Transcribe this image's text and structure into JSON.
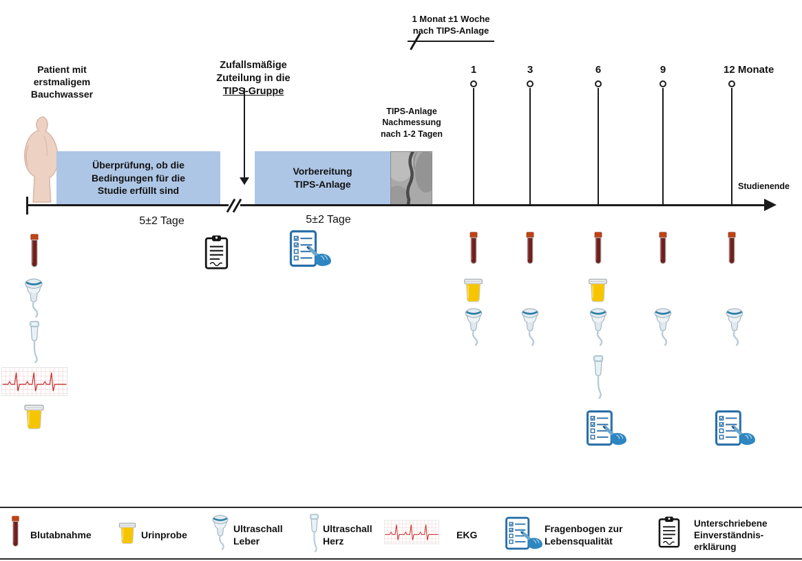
{
  "title": "TIPS Studie Zeitplan",
  "patient": {
    "label": "Patient mit\nerstmaligem\nBauchwasser"
  },
  "randomization": {
    "text": "Zufallsmäßige\nZuteilung in die",
    "underlined": "TIPS-Gruppe"
  },
  "followup_note": "1 Monat  ±1 Woche\nnach TIPS-Anlage",
  "boxes": {
    "screening": "Überprüfung, ob die\nBedingungen für die\nStudie erfüllt sind",
    "preparation": "Vorbereitung\nTIPS-Anlage"
  },
  "tips_note": "TIPS-Anlage\nNachmessung\nnach 1-2 Tagen",
  "durations": {
    "screening": "5±2 Tage",
    "preparation": "5±2 Tage"
  },
  "timeline": {
    "months": [
      {
        "label": "1"
      },
      {
        "label": "3"
      },
      {
        "label": "6"
      },
      {
        "label": "9"
      },
      {
        "label": "12 Monate"
      }
    ],
    "end_label": "Studienende"
  },
  "schedule": {
    "baseline": [
      "blood-tube",
      "ultrasound-liver",
      "ultrasound-heart",
      "ekg",
      "urine-cup"
    ],
    "randomization": [
      "signed-consent-clipboard"
    ],
    "preparation": [
      "quality-of-life-questionnaire"
    ],
    "month_1": [
      "blood-tube",
      "urine-cup",
      "ultrasound-liver"
    ],
    "month_3": [
      "blood-tube",
      "ultrasound-liver"
    ],
    "month_6": [
      "blood-tube",
      "urine-cup",
      "ultrasound-liver",
      "ultrasound-heart",
      "quality-of-life-questionnaire"
    ],
    "month_9": [
      "blood-tube",
      "ultrasound-liver"
    ],
    "month_12": [
      "blood-tube",
      "ultrasound-liver",
      "quality-of-life-questionnaire"
    ]
  },
  "legend": {
    "items": [
      {
        "icon": "blood-tube-icon",
        "label": "Blutabnahme"
      },
      {
        "icon": "urine-cup-icon",
        "label": "Urinprobe"
      },
      {
        "icon": "ultrasound-liver-icon",
        "label": "Ultraschall\nLeber"
      },
      {
        "icon": "ultrasound-heart-icon",
        "label": "Ultraschall\nHerz"
      },
      {
        "icon": "ekg-icon",
        "label": "EKG"
      },
      {
        "icon": "questionnaire-icon",
        "label": "Fragenbogen zur\nLebensqualität"
      },
      {
        "icon": "clipboard-icon",
        "label": "Unterschriebene\nEinverständnis-\nerklärung"
      }
    ]
  },
  "colors": {
    "box_blue": "#aec6e6",
    "timeline": "#1a1a1a",
    "questionnaire_blue": "#2a6fa8",
    "blood_red": "#70201c",
    "blood_cap_orange": "#bf4317",
    "urine_yellow": "#f7c500",
    "ekg_red": "#c62828",
    "skin_beige": "#edd2c4"
  }
}
